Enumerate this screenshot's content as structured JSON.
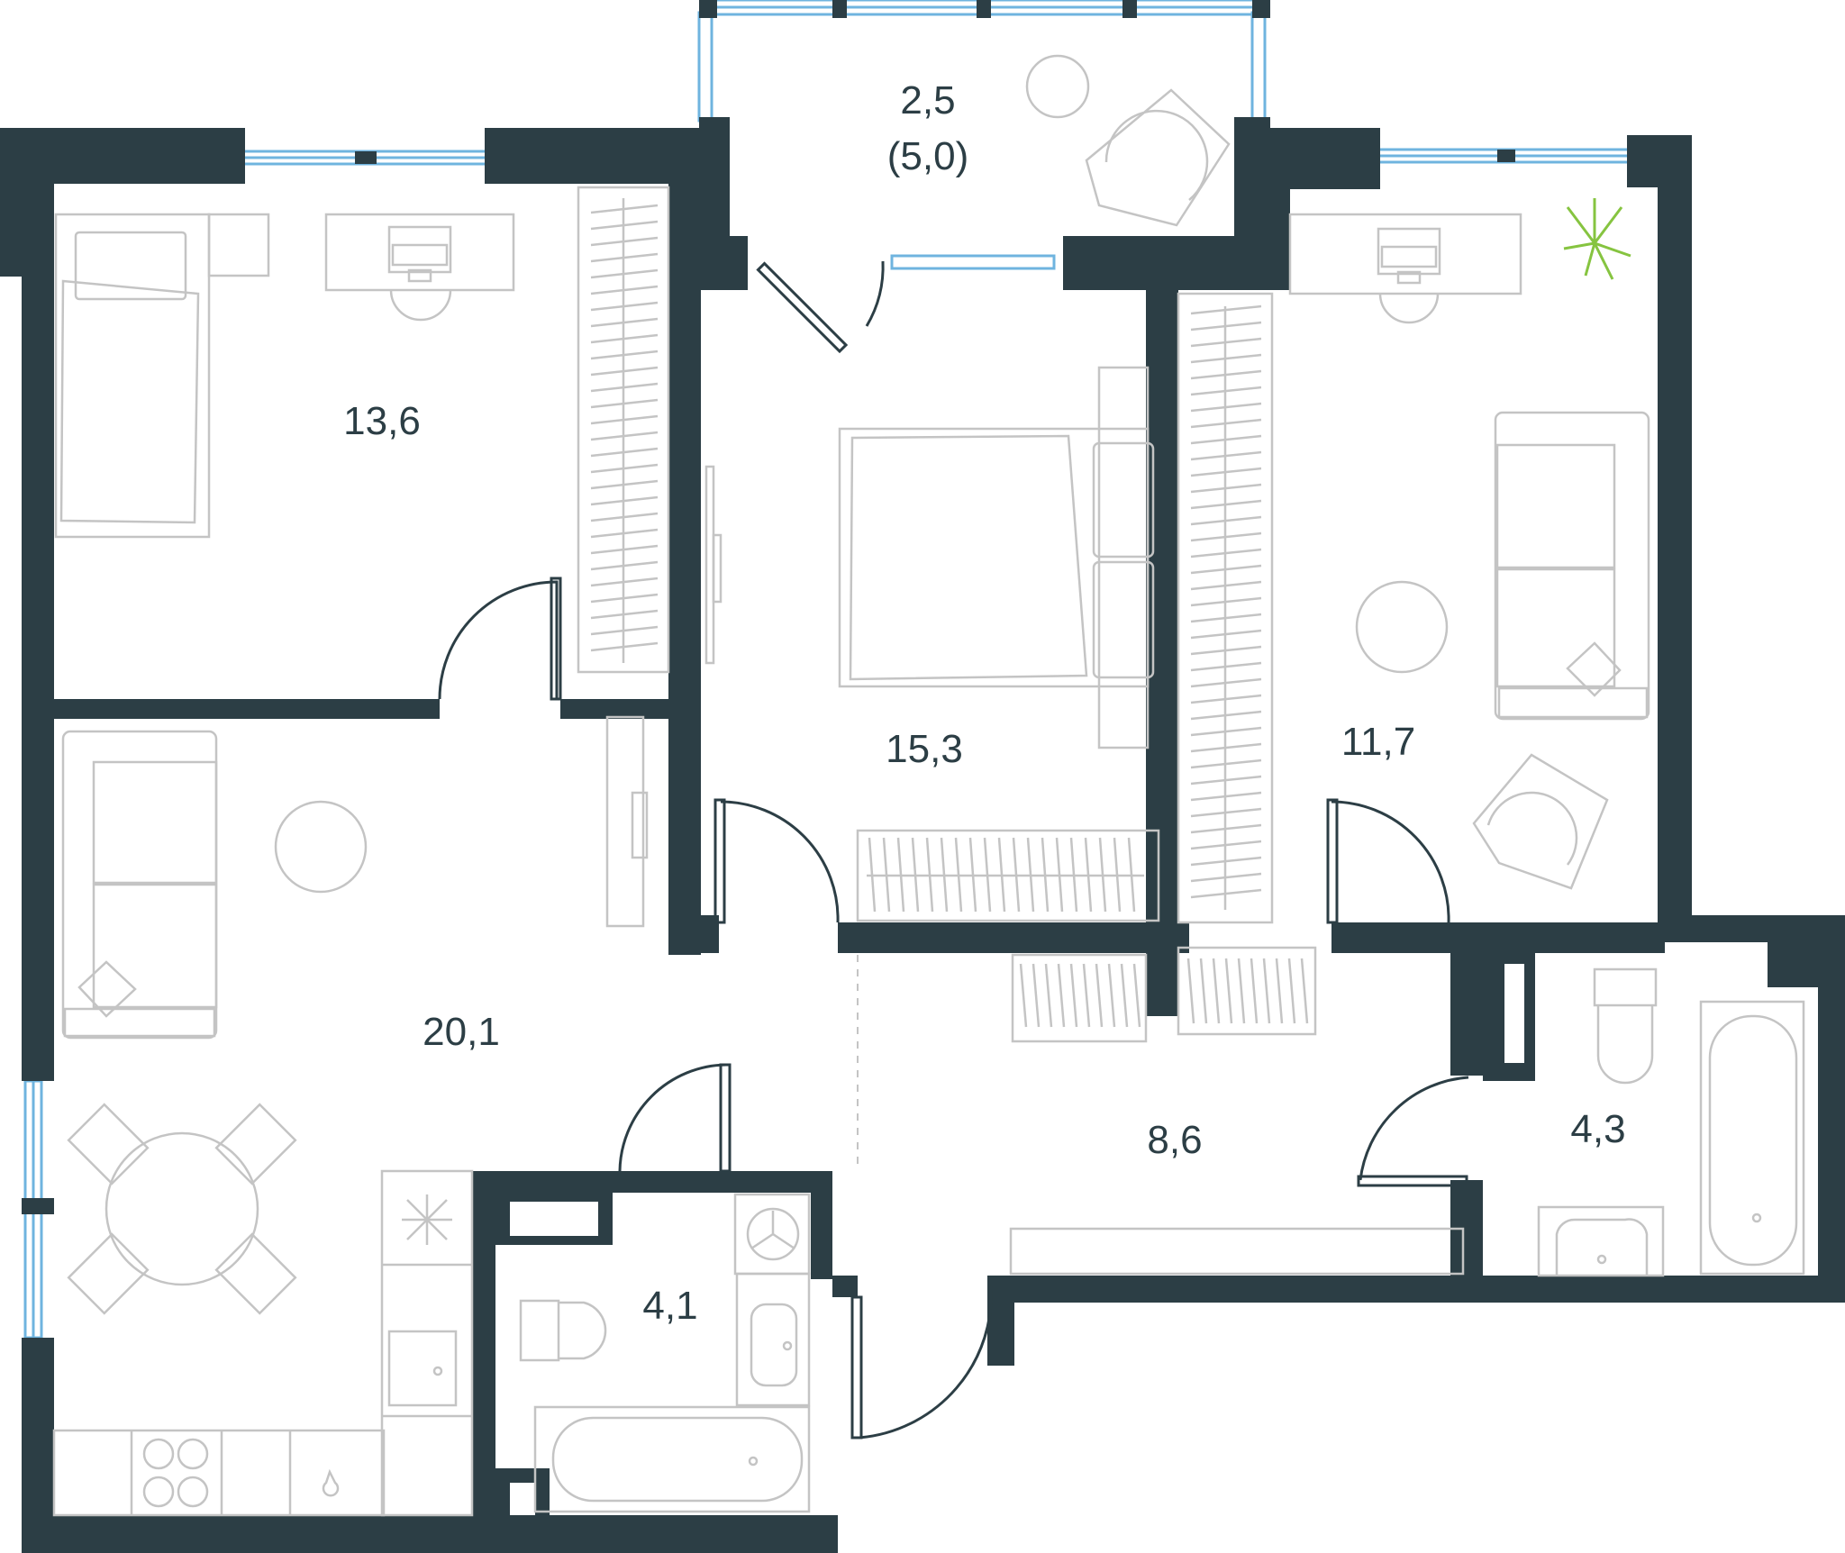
{
  "rooms": {
    "balcony": {
      "area": "2,5",
      "area_alt": "(5,0)"
    },
    "bedroom_left": {
      "area": "13,6"
    },
    "bedroom_master": {
      "area": "15,3"
    },
    "bedroom_right": {
      "area": "11,7"
    },
    "living_kitchen": {
      "area": "20,1"
    },
    "hallway": {
      "area": "8,6"
    },
    "bathroom_right": {
      "area": "4,3"
    },
    "bathroom_left": {
      "area": "4,1"
    }
  },
  "colors": {
    "wall": "#2c3e45",
    "furniture": "#c4c4c4",
    "glass": "#6fb4df",
    "plant": "#86c440"
  }
}
